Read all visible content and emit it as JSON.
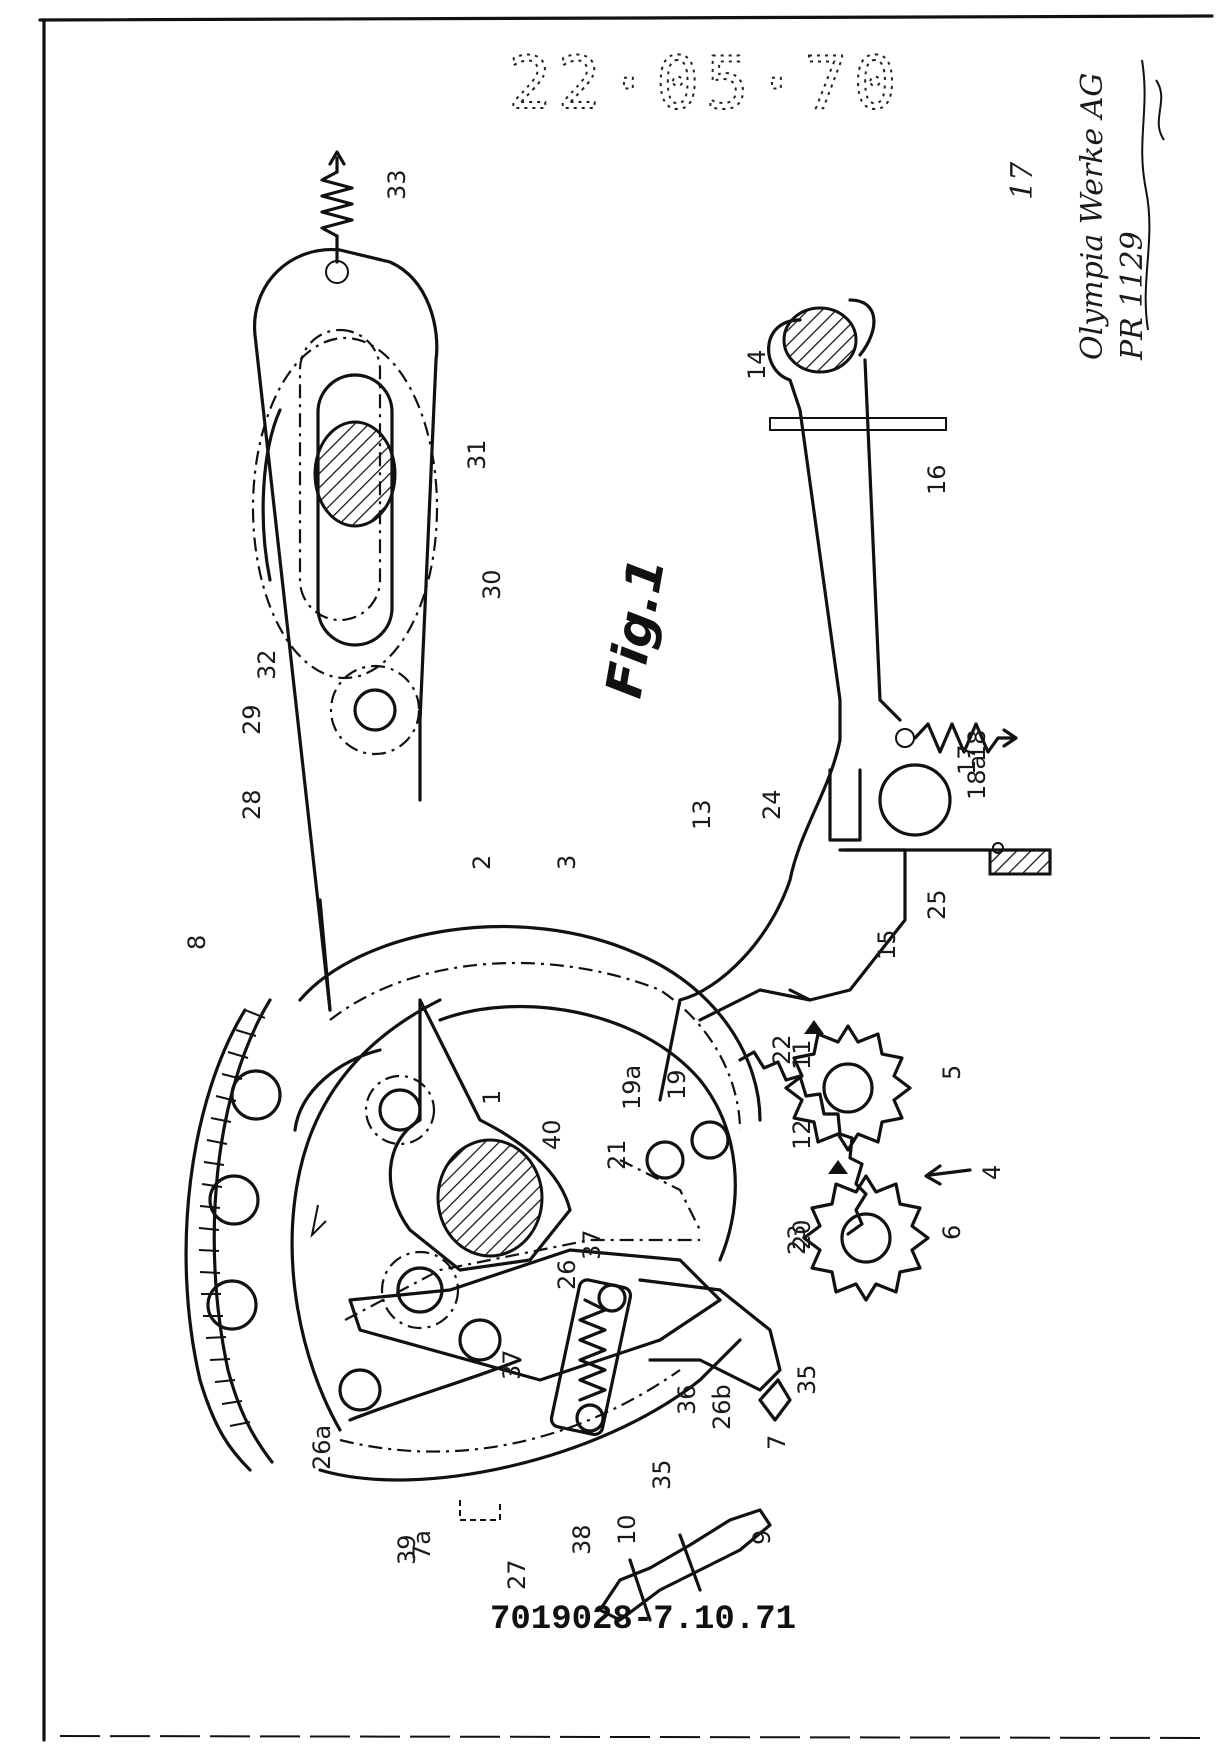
{
  "stamp": {
    "date": "22·05·70"
  },
  "figure": {
    "title": "Fig.1"
  },
  "applicant": {
    "company": "Olympia Werke AG",
    "reference": "PR 1129",
    "sheet_mark": "17"
  },
  "footer": {
    "document_number": "7019028-7.10.71"
  },
  "labels": [
    "1",
    "2",
    "3",
    "4",
    "5",
    "6",
    "7",
    "7a",
    "8",
    "9",
    "10",
    "11",
    "12",
    "13",
    "14",
    "15",
    "16",
    "17",
    "18",
    "18a",
    "19",
    "19a",
    "20",
    "21",
    "22",
    "23",
    "24",
    "25",
    "26",
    "26a",
    "26b",
    "27",
    "28",
    "29",
    "30",
    "31",
    "32",
    "33",
    "35",
    "35",
    "36",
    "37",
    "37",
    "38",
    "39",
    "40"
  ]
}
